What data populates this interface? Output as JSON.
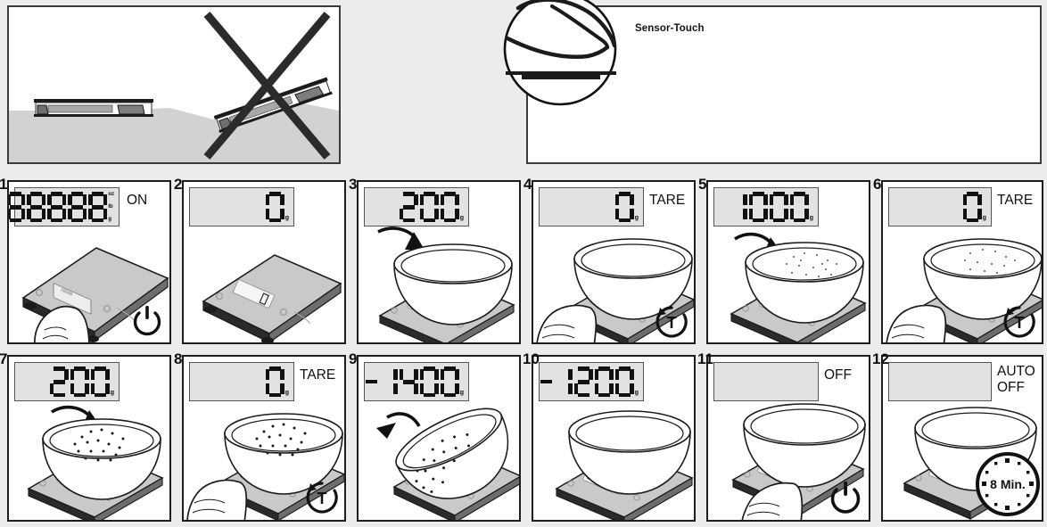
{
  "page": {
    "background_color": "#ececec",
    "ink_color": "#111111",
    "lcd_color": "#e2e2e2"
  },
  "top_panels": {
    "placement_panel": {
      "name": "scale-placement-illustration",
      "shows_correct": "flat surface",
      "shows_incorrect": "uneven surface, crossed out"
    },
    "sensor_panel": {
      "label": "Sensor-Touch",
      "callout": "fingertip-touching-glass"
    }
  },
  "steps": [
    {
      "number": "1",
      "display": "88888",
      "segments": [
        "8",
        "8",
        "8",
        "8",
        "8"
      ],
      "minus": false,
      "unit": "",
      "unit_markers": [
        "oz",
        "lb",
        "g"
      ],
      "caption": "ON",
      "icon": "power-icon",
      "scene": "scale-alone-finger-press",
      "scale_display": "88888",
      "bowl": "none",
      "hand": true,
      "arrow": "none"
    },
    {
      "number": "2",
      "display": "0",
      "segments": [
        "0"
      ],
      "minus": false,
      "unit": "g",
      "unit_markers": [],
      "caption": "",
      "icon": "none",
      "scene": "scale-alone",
      "scale_display": "0",
      "bowl": "none",
      "hand": false,
      "arrow": "none"
    },
    {
      "number": "3",
      "display": "200",
      "segments": [
        "2",
        "0",
        "0"
      ],
      "minus": false,
      "unit": "g",
      "unit_markers": [],
      "caption": "",
      "icon": "none",
      "scene": "empty-bowl-placed-on-scale",
      "scale_display": "200",
      "bowl": "empty",
      "hand": false,
      "arrow": "down"
    },
    {
      "number": "4",
      "display": "0",
      "segments": [
        "0"
      ],
      "minus": false,
      "unit": "g",
      "unit_markers": [],
      "caption": "TARE",
      "icon": "tare-icon",
      "scene": "empty-bowl-on-scale-finger-press",
      "scale_display": "0",
      "bowl": "empty",
      "hand": true,
      "arrow": "none"
    },
    {
      "number": "5",
      "display": "1000",
      "segments": [
        "1",
        "0",
        "0",
        "0"
      ],
      "minus": false,
      "unit": "g",
      "unit_markers": [],
      "caption": "",
      "icon": "none",
      "scene": "bowl-being-filled-first-ingredient",
      "scale_display": "1000",
      "bowl": "filled-light",
      "hand": false,
      "arrow": "down"
    },
    {
      "number": "6",
      "display": "0",
      "segments": [
        "0"
      ],
      "minus": false,
      "unit": "g",
      "unit_markers": [],
      "caption": "TARE",
      "icon": "tare-icon",
      "scene": "filled-bowl-finger-press",
      "scale_display": "0",
      "bowl": "filled-light",
      "hand": true,
      "arrow": "none"
    },
    {
      "number": "7",
      "display": "200",
      "segments": [
        "2",
        "0",
        "0"
      ],
      "minus": false,
      "unit": "g",
      "unit_markers": [],
      "caption": "",
      "icon": "none",
      "scene": "bowl-being-filled-second-ingredient",
      "scale_display": "200",
      "bowl": "filled-dark",
      "hand": false,
      "arrow": "down"
    },
    {
      "number": "8",
      "display": "0",
      "segments": [
        "0"
      ],
      "minus": false,
      "unit": "g",
      "unit_markers": [],
      "caption": "TARE",
      "icon": "tare-icon",
      "scene": "filled-bowl-finger-press",
      "scale_display": "0",
      "bowl": "filled-dark",
      "hand": true,
      "arrow": "none"
    },
    {
      "number": "9",
      "display": "1400",
      "segments": [
        "1",
        "4",
        "0",
        "0"
      ],
      "minus": true,
      "unit": "g",
      "unit_markers": [],
      "caption": "",
      "icon": "none",
      "scene": "bowl-lifted-off-scale-tilted",
      "scale_display": "1400",
      "bowl": "tilted-filled",
      "hand": false,
      "arrow": "left"
    },
    {
      "number": "10",
      "display": "1200",
      "segments": [
        "1",
        "2",
        "0",
        "0"
      ],
      "minus": true,
      "unit": "g",
      "unit_markers": [],
      "caption": "",
      "icon": "none",
      "scene": "empty-bowl-back-on-scale",
      "scale_display": "1200",
      "bowl": "empty",
      "hand": false,
      "arrow": "none"
    },
    {
      "number": "11",
      "display": "",
      "segments": [],
      "minus": false,
      "unit": "",
      "unit_markers": [],
      "caption": "OFF",
      "icon": "power-icon",
      "scene": "bowl-on-scale-finger-press-off",
      "scale_display": "",
      "bowl": "empty",
      "hand": true,
      "arrow": "none"
    },
    {
      "number": "12",
      "display": "",
      "segments": [],
      "minus": false,
      "unit": "",
      "unit_markers": [],
      "caption": "AUTO\nOFF",
      "caption_line1": "AUTO",
      "caption_line2": "OFF",
      "icon": "clock-icon",
      "clock_label": "8 Min.",
      "scene": "bowl-on-scale-auto-off",
      "scale_display": "",
      "bowl": "empty",
      "hand": false,
      "arrow": "none"
    }
  ]
}
